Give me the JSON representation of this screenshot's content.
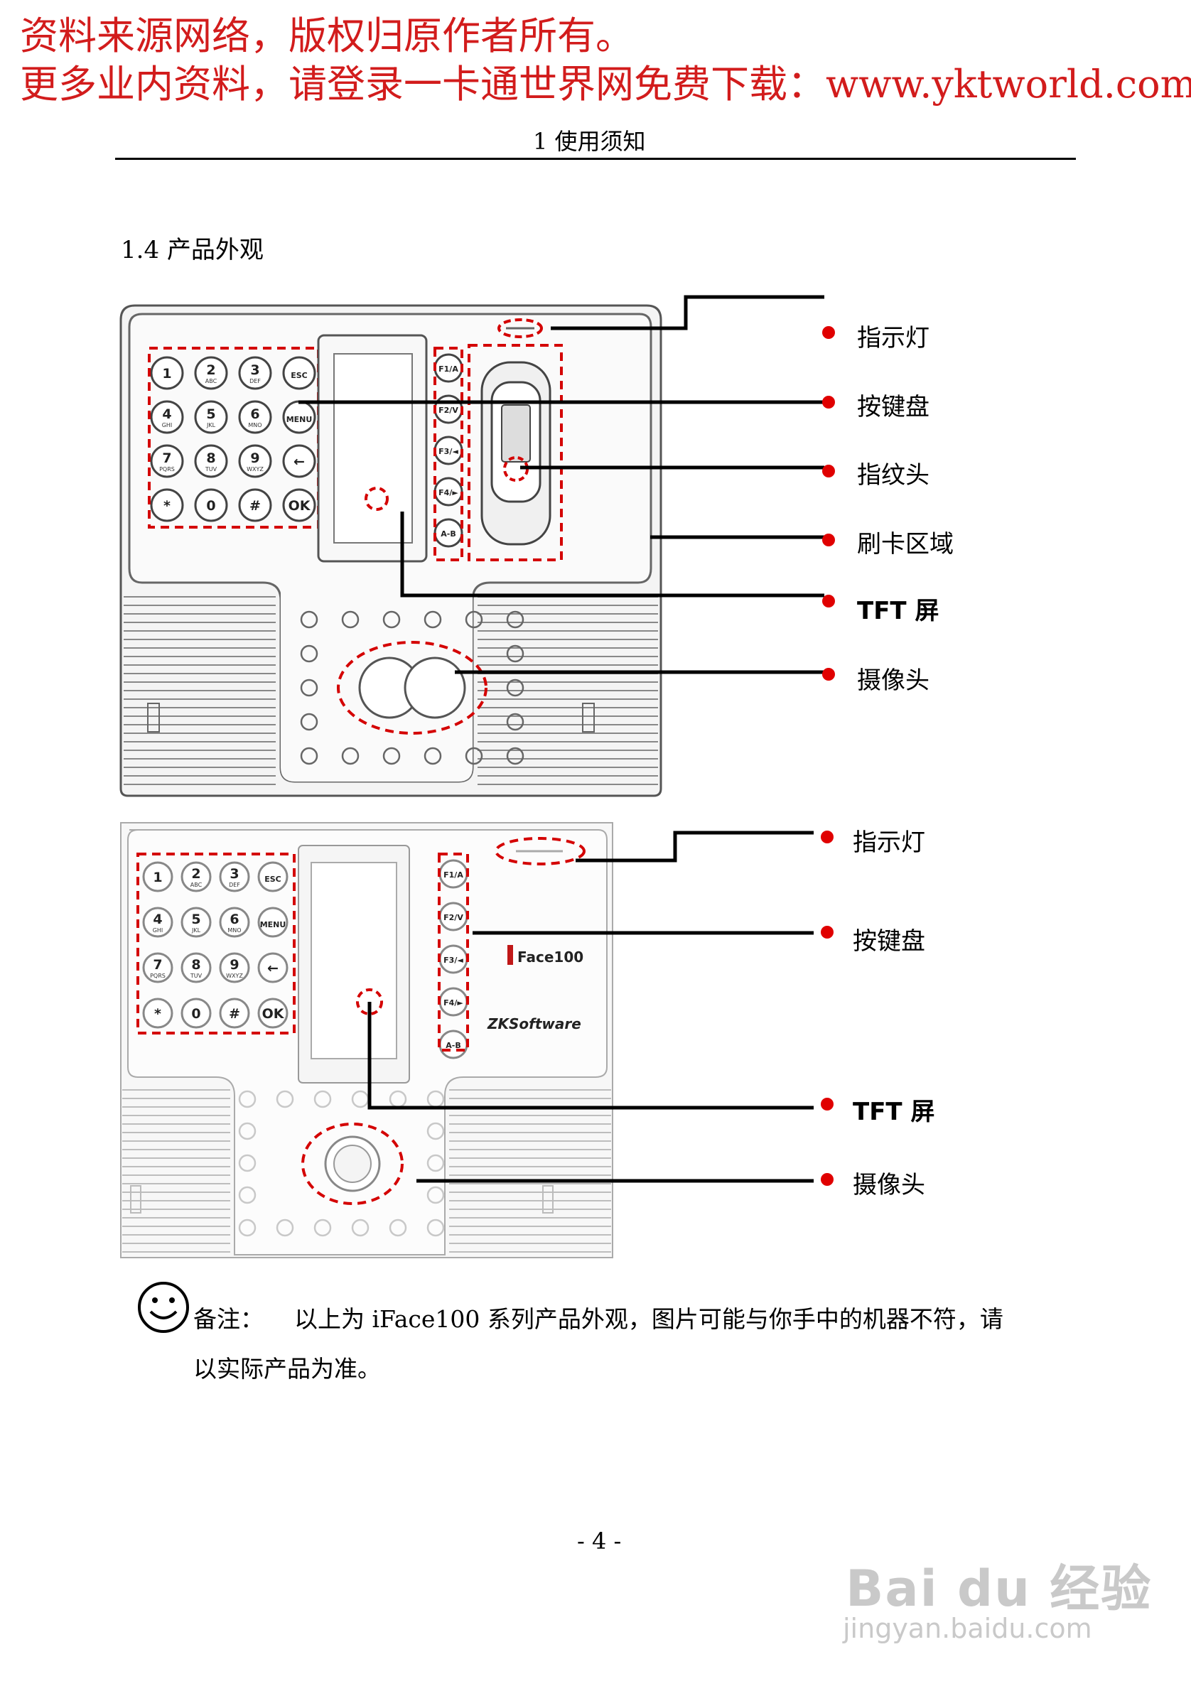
{
  "banner": {
    "line1": "资料来源网络，版权归原作者所有。",
    "line2": "更多业内资料，请登录一卡通世界网免费下载：www.yktworld.com"
  },
  "header": {
    "chapter": "1 使用须知"
  },
  "section": {
    "title": "1.4 产品外观"
  },
  "device1": {
    "keypad": [
      "1",
      "2",
      "3",
      "ESC",
      "4",
      "5",
      "6",
      "MENU",
      "7",
      "8",
      "9",
      "←",
      "*",
      "0",
      "#",
      "OK"
    ],
    "key_sublabels": [
      "",
      "ABC",
      "DEF",
      "",
      "GHI",
      "JKL",
      "MNO",
      "",
      "PQRS",
      "TUV",
      "WXYZ",
      "",
      "",
      "",
      "",
      ""
    ],
    "fkeys": [
      "F1/A",
      "F2/V",
      "F3/◄",
      "F4/►",
      "A-B"
    ],
    "callouts": [
      "指示灯",
      "按键盘",
      "指纹头",
      "刷卡区域",
      "TFT 屏",
      "摄像头"
    ]
  },
  "device2": {
    "keypad": [
      "1",
      "2",
      "3",
      "ESC",
      "4",
      "5",
      "6",
      "MENU",
      "7",
      "8",
      "9",
      "←",
      "*",
      "0",
      "#",
      "OK"
    ],
    "key_sublabels": [
      "",
      "ABC",
      "DEF",
      "",
      "GHI",
      "JKL",
      "MNO",
      "",
      "PQRS",
      "TUV",
      "WXYZ",
      "",
      "",
      "",
      "",
      ""
    ],
    "fkeys": [
      "F1/A",
      "F2/V",
      "F3/◄",
      "F4/►",
      "A-B"
    ],
    "model": "Face100",
    "brand": "ZKSoftware",
    "callouts": [
      "指示灯",
      "按键盘",
      "TFT 屏",
      "摄像头"
    ]
  },
  "note": {
    "icon": "smiley-icon",
    "label": "备注：",
    "text_line1": "以上为 iFace100 系列产品外观，图片可能与你手中的机器不符，请",
    "text_line2": "以实际产品为准。"
  },
  "footer": {
    "page": "- 4 -"
  },
  "watermark": {
    "logo": "Bai du 经验",
    "url": "jingyan.baidu.com"
  },
  "colors": {
    "banner": "#d21c1c",
    "callout_dot": "#e00000",
    "dashed": "#d40000"
  }
}
